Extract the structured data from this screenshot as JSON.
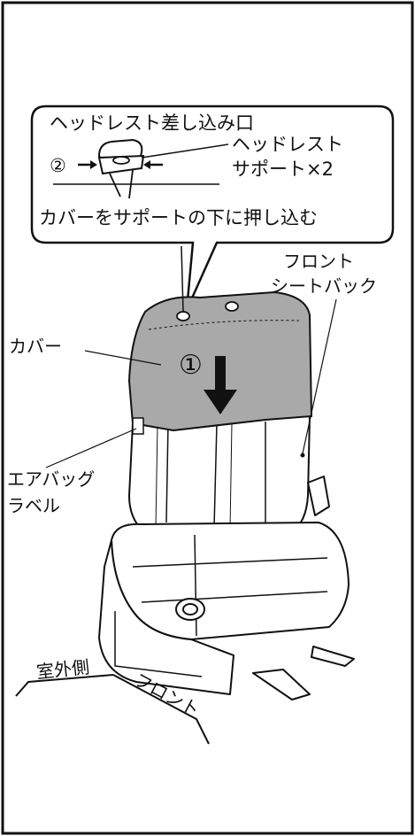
{
  "callout": {
    "insertion_port": "ヘッドレスト差し込み口",
    "step2_marker": "②",
    "headrest_support_line1": "ヘッドレスト",
    "headrest_support_line2": "サポート×2",
    "instruction": "カバーをサポートの下に押し込む"
  },
  "labels": {
    "front_seatback_line1": "フロント",
    "front_seatback_line2": "シートバック",
    "cover": "カバー",
    "step1_marker": "①",
    "airbag_label_line1": "エアバッグ",
    "airbag_label_line2": "ラベル",
    "outboard_side": "室外側",
    "front": "フロント"
  },
  "colors": {
    "cover_fill": "#a9a9a9",
    "line": "#111111",
    "background": "#ffffff"
  }
}
